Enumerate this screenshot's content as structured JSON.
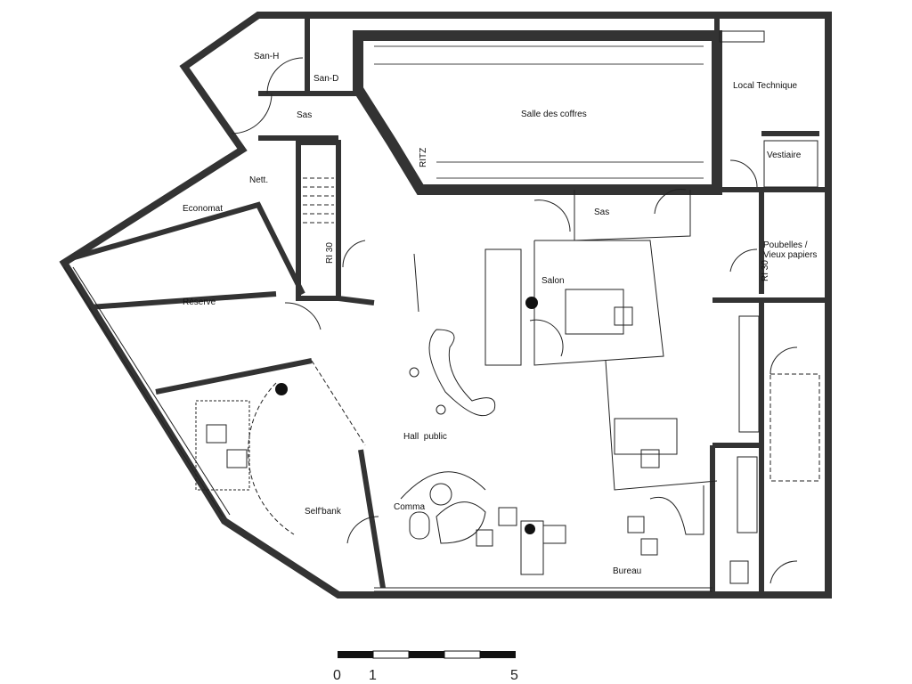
{
  "rooms": {
    "san_h": "San-H",
    "san_d": "San-D",
    "sas_top": "Sas",
    "salle_coffres": "Salle des coffres",
    "local_technique": "Local Technique",
    "vestiaire": "Vestiaire",
    "nett": "Nett.",
    "economat": "Economat",
    "sas_mid": "Sas",
    "poubelles_1": "Poubelles /",
    "poubelles_2": "Vieux papiers",
    "reserve": "Réserve",
    "salon": "Salon",
    "hall_public": "Hall  public",
    "self_bank": "Self'bank",
    "comma": "Comma",
    "bureau": "Bureau"
  },
  "annotations": {
    "ritz": "RITZ",
    "fire_rating_1": "RI 30",
    "fire_rating_2": "RI 30"
  },
  "scale_bar": {
    "labels": [
      "0",
      "1",
      "5"
    ]
  },
  "colors": {
    "wall": "#333333",
    "line": "#222222",
    "background": "#ffffff"
  }
}
